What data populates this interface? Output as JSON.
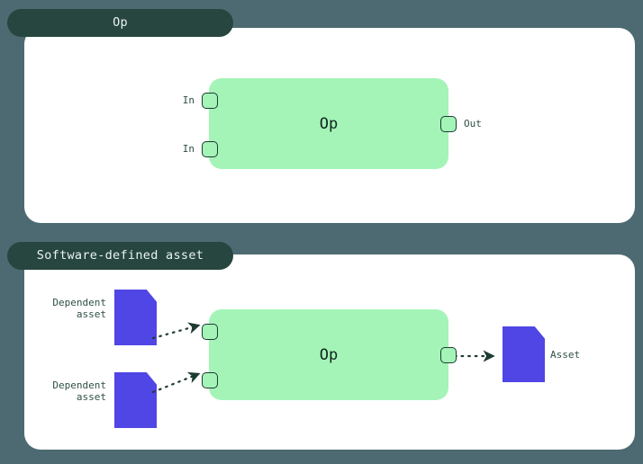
{
  "background_color": "#4d6a73",
  "theme": {
    "tab_color": "#27463f",
    "panel_color": "#ffffff",
    "op_node_color": "#a4f4b8",
    "port_border_color": "#1d3b30",
    "asset_color": "#4f46e5",
    "connector_color": "#1d3b30",
    "text_color": "#2f4f47"
  },
  "panels": [
    {
      "tab_label": "Op",
      "node_label": "Op",
      "inputs": [
        {
          "label": "In"
        },
        {
          "label": "In"
        }
      ],
      "outputs": [
        {
          "label": "Out"
        }
      ]
    },
    {
      "tab_label": "Software-defined asset",
      "node_label": "Op",
      "dependent_assets": [
        {
          "label": "Dependent\nasset"
        },
        {
          "label": "Dependent\nasset"
        }
      ],
      "produced_asset": {
        "label": "Asset"
      }
    }
  ],
  "icons": {
    "asset": "document-icon",
    "port": "port-square-icon",
    "arrow": "arrowhead-icon"
  }
}
